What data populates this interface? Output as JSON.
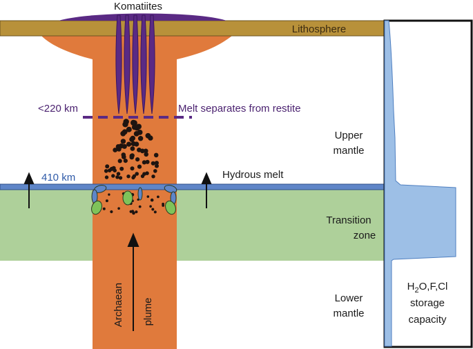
{
  "labels": {
    "komatiites": "Komatiites",
    "lithosphere": "Lithosphere",
    "depth_220": "<220 km",
    "melt_separates": "Melt separates from restite",
    "upper_mantle_1": "Upper",
    "upper_mantle_2": "mantle",
    "depth_410": "410 km",
    "hydrous_melt": "Hydrous melt",
    "transition_1": "Transition",
    "transition_2": "zone",
    "lower_mantle_1": "Lower",
    "lower_mantle_2": "mantle",
    "plume_1": "Archaean",
    "plume_2": "plume",
    "storage_formula": {
      "h": "H",
      "sub": "2",
      "rest": "O,F,Cl"
    },
    "storage_2": "storage",
    "storage_3": "capacity"
  },
  "colors": {
    "lithosphere": "#b8913a",
    "plume": "#e07a3c",
    "transition_zone": "#aed09a",
    "storage_curve": "#9dbfe6",
    "melt_line": "#5a7fc0",
    "komatiite": "#5a2a84",
    "dashed_line": "#5a2a84",
    "melt_droplet": "#1e1410",
    "olivine_green": "#7fc35a",
    "melt_blue": "#5f86c8"
  }
}
